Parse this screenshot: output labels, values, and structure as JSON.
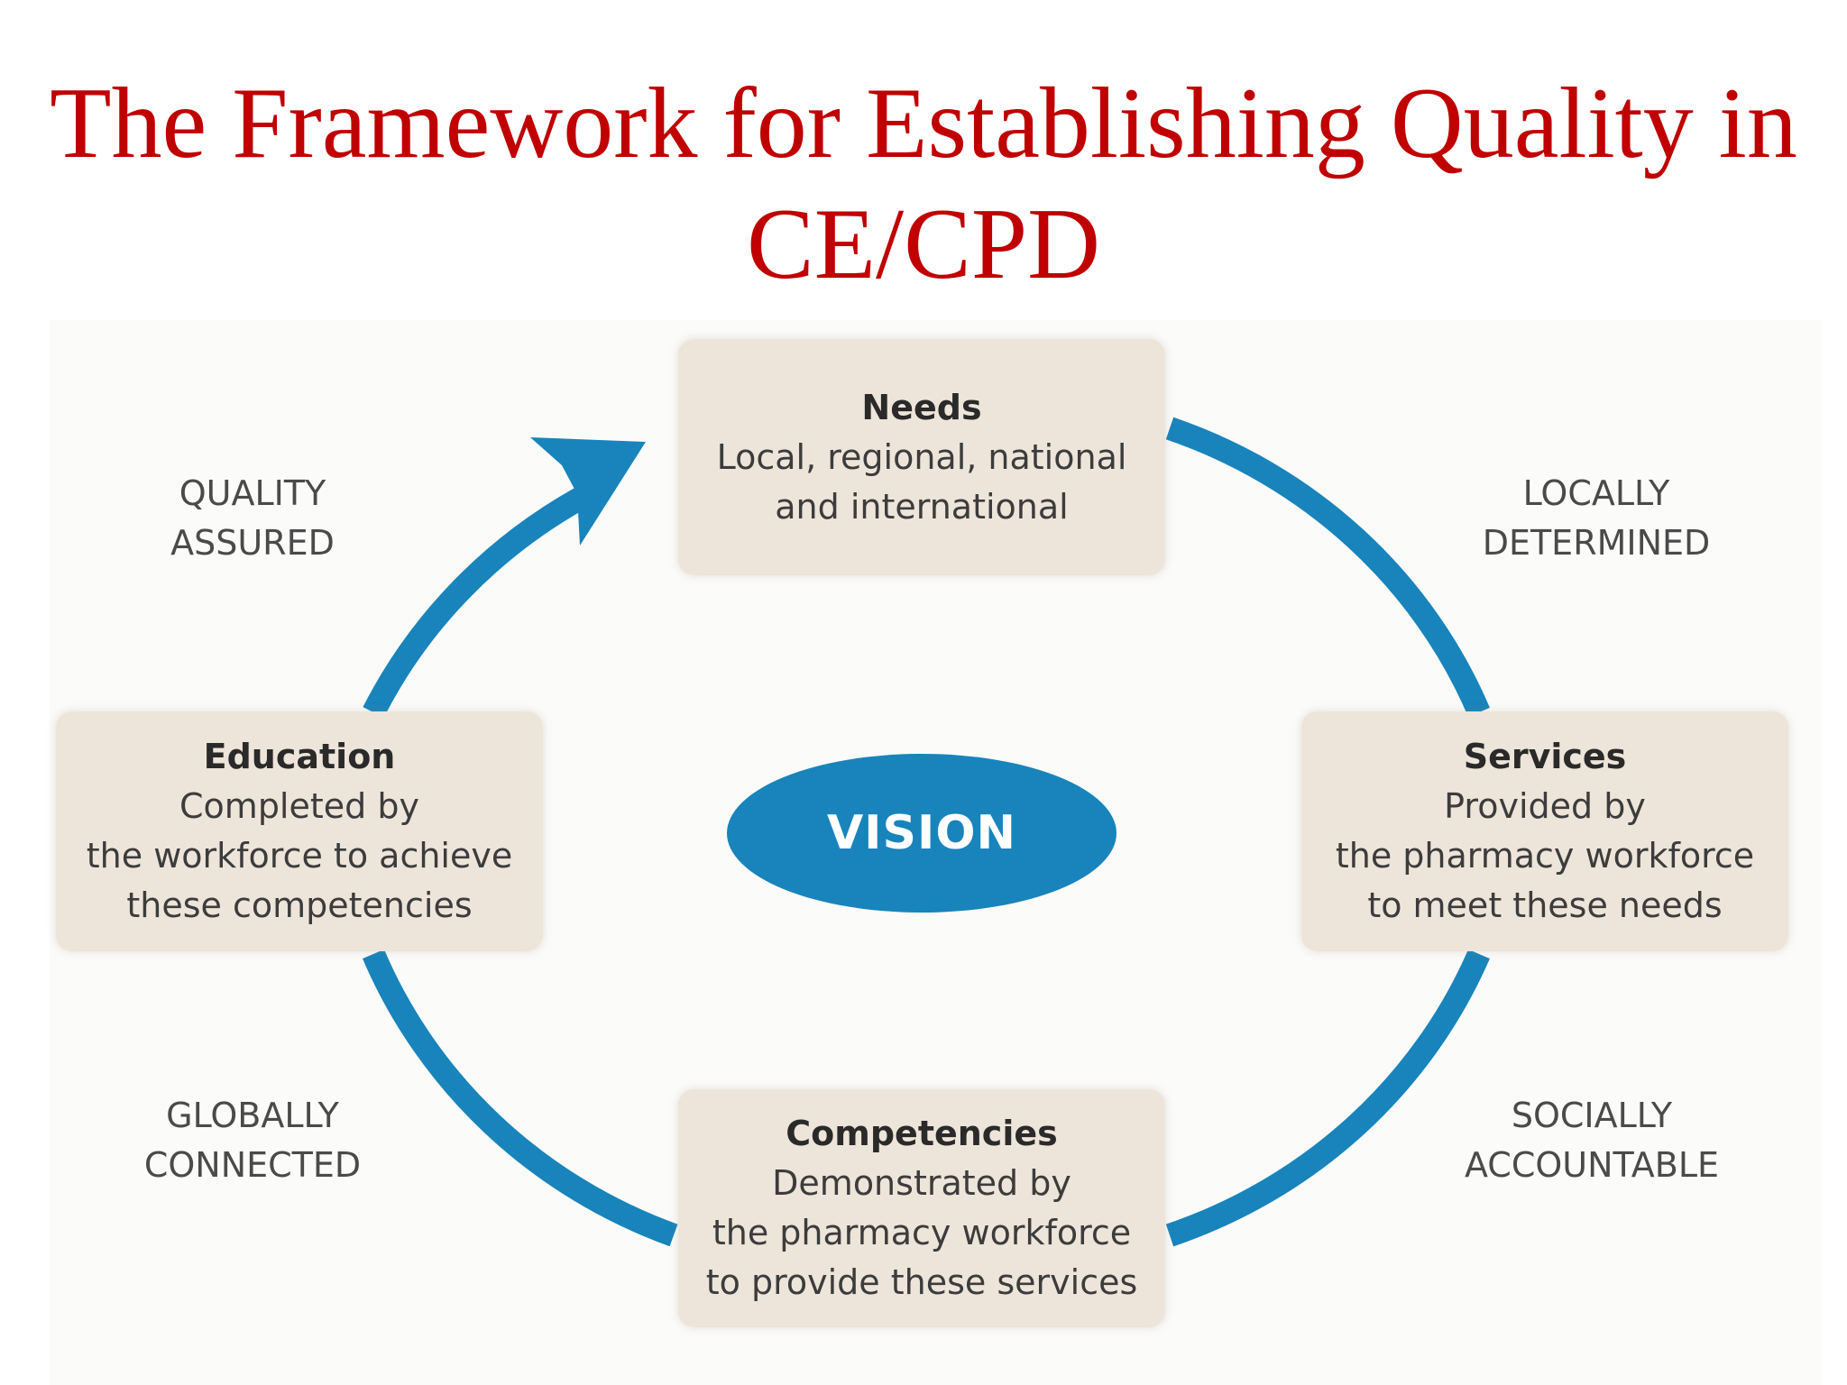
{
  "title": {
    "line1": "The Framework for Establishing Quality in",
    "line2": "CE/CPD"
  },
  "center": {
    "label": "VISION"
  },
  "boxes": {
    "needs": {
      "title": "Needs",
      "line1": "Local, regional, national",
      "line2": "and international"
    },
    "services": {
      "title": "Services",
      "line1": "Provided by",
      "line2": "the pharmacy workforce",
      "line3": "to meet these needs"
    },
    "competencies": {
      "title": "Competencies",
      "line1": "Demonstrated by",
      "line2": "the pharmacy workforce",
      "line3": "to provide these services"
    },
    "education": {
      "title": "Education",
      "line1": "Completed by",
      "line2": "the workforce to achieve",
      "line3": "these competencies"
    }
  },
  "quadrant_labels": {
    "quality_assured": {
      "line1": "QUALITY",
      "line2": "ASSURED"
    },
    "locally_determined": {
      "line1": "LOCALLY",
      "line2": "DETERMINED"
    },
    "globally_connected": {
      "line1": "GLOBALLY",
      "line2": "CONNECTED"
    },
    "socially_accountable": {
      "line1": "SOCIALLY",
      "line2": "ACCOUNTABLE"
    }
  },
  "colors": {
    "title": "#c00000",
    "cycle_arrow": "#1884bb",
    "vision_fill": "#1884bb",
    "box_fill": "#ede5d9"
  }
}
